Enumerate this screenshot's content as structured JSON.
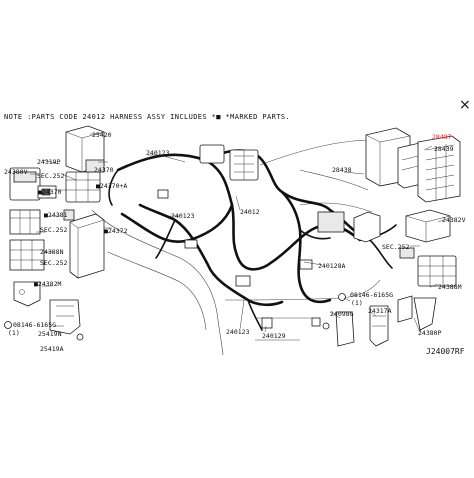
{
  "note": "NOTE :PARTS CODE 24012 HARNESS ASSY INCLUDES *■ *MARKED PARTS.",
  "close_label": "×",
  "diagram_id": "J24007RF",
  "labels": {
    "p25420": "25420",
    "p24319p": "24319P",
    "p24370a": "24370",
    "sec252a": "SEC.252",
    "p24370b": "■24370+A",
    "p24380v": "24380V",
    "p24370c": "■24370",
    "p24381": "■24381",
    "p24372": "■24372",
    "sec252b": "SEC.252",
    "p24388n": "24388N",
    "sec252c": "SEC.252",
    "p24382m": "■24382M",
    "bolt1": "08146-6165G",
    "bolt1q": "(1)",
    "p25419n": "25419N",
    "p25419a": "25419A",
    "p240123a": "240123",
    "p240123b": "240123",
    "p24012": "24012",
    "p240123c": "240123",
    "p28438": "28438",
    "p28487": "28487",
    "p28439": "28439",
    "p24382v": "24382V",
    "sec252d": "SEC.252",
    "p24388m": "24388M",
    "p240128a": "240128A",
    "bolt2": "08146-6165G",
    "bolt2q": "(1)",
    "p24098g": "24098G",
    "p24317a": "24317A",
    "p24380p": "24380P",
    "p240129": "240129"
  }
}
